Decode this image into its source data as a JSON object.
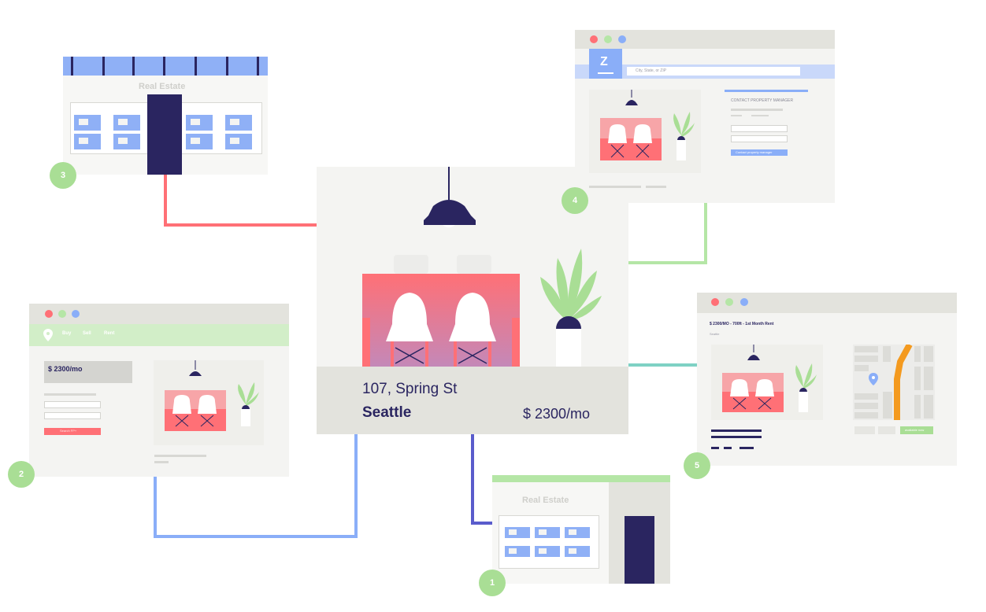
{
  "colors": {
    "accent_green": "#a9de95",
    "accent_blue": "#8aaef8",
    "accent_red": "#ff7076",
    "navy": "#2a2560",
    "orange": "#f49a1f"
  },
  "center_card": {
    "address": "107, Spring St",
    "city": "Seattle",
    "price": "$ 2300/mo"
  },
  "screen_1": {
    "badge": "1",
    "heading": "Real Estate"
  },
  "screen_2": {
    "badge": "2",
    "nav": [
      "Buy",
      "Sell",
      "Rent"
    ],
    "price": "$ 2300/mo",
    "button": "Search FP+"
  },
  "screen_3": {
    "badge": "3",
    "heading": "Real Estate"
  },
  "screen_4": {
    "badge": "4",
    "logo": "Z",
    "search_placeholder": "City, State, or ZIP",
    "contact_title": "CONTACT PROPERTY MANAGER",
    "contact_button": "Contact property manager"
  },
  "screen_5": {
    "badge": "5",
    "title": "$ 2300/MO - 700ft - 1st Month Rent",
    "subtitle": "Seattle",
    "map_button": "available now"
  }
}
